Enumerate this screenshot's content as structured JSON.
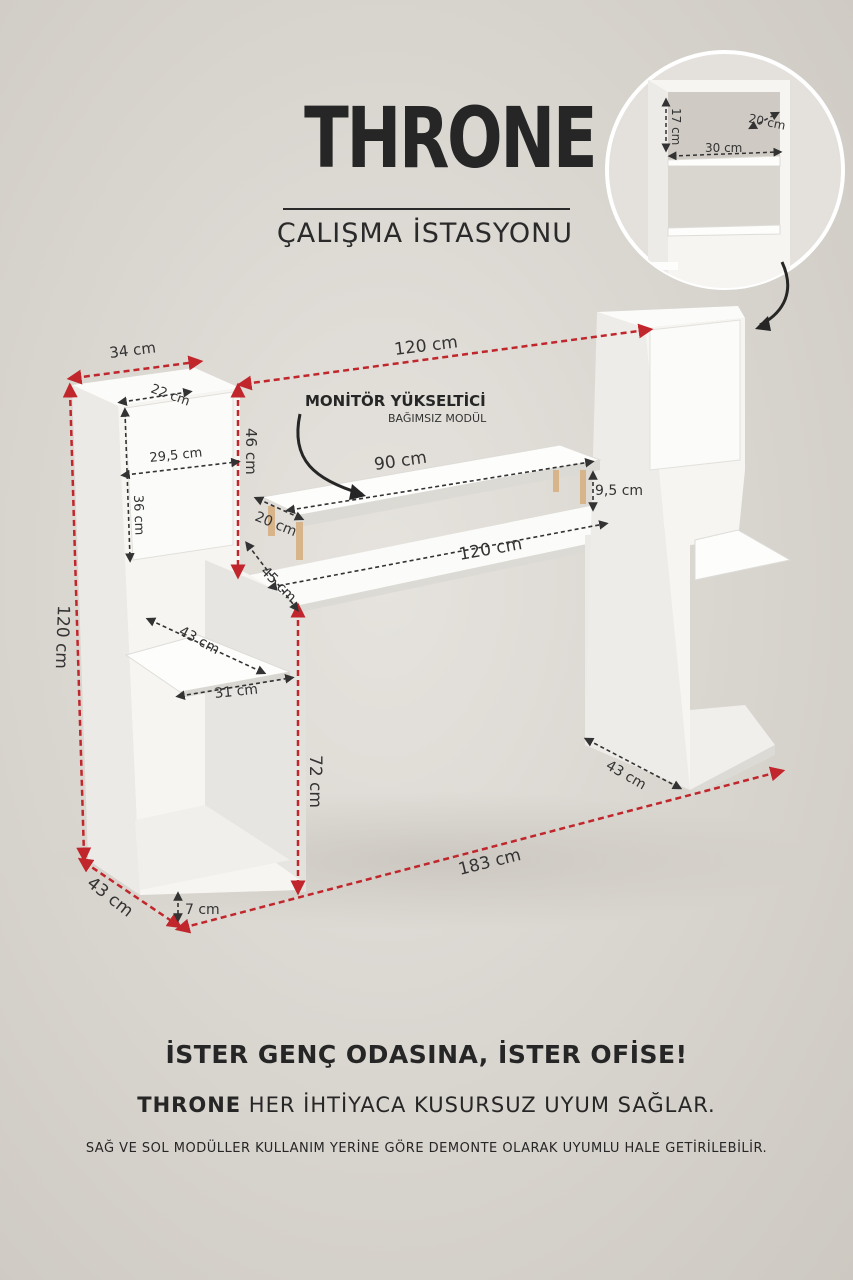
{
  "header": {
    "brand": "THRONE",
    "subtitle": "ÇALIŞMA İSTASYONU"
  },
  "callout": {
    "title": "MONİTÖR YÜKSELTİCİ",
    "subtitle": "BAĞIMSIZ MODÜL"
  },
  "dimensions": {
    "left_top_width": "34 cm",
    "left_inner_depth": "22 cm",
    "top_span": "120 cm",
    "left_cab_height": "46 cm",
    "left_cab_inner_width": "29,5 cm",
    "left_cab_inner_height": "36 cm",
    "total_height": "120 cm",
    "riser_width": "90 cm",
    "riser_height": "9,5 cm",
    "riser_depth": "20 cm",
    "desk_width": "120 cm",
    "desk_depth": "45 cm",
    "left_shelf_depth": "43 cm",
    "left_shelf_width": "31 cm",
    "desk_height": "72 cm",
    "right_base_depth": "43 cm",
    "base_depth": "43 cm",
    "plinth": "7 cm",
    "total_width": "183 cm",
    "inset_shelf_height": "17 cm",
    "inset_shelf_depth": "20 cm",
    "inset_shelf_width": "30 cm"
  },
  "footer": {
    "line1": "İSTER GENÇ ODASINA, İSTER OFİSE!",
    "line2_bold": "THRONE",
    "line2_rest": " HER İHTİYACA KUSURSUZ UYUM SAĞLAR.",
    "line3": "SAĞ VE SOL MODÜLLER KULLANIM YERİNE GÖRE DEMONTE OLARAK UYUMLU HALE GETİRİLEBİLİR."
  },
  "colors": {
    "dimension_line": "#c0262b",
    "furniture": "#f4f3f0",
    "furniture_shadow": "#dcdad5",
    "wood_leg": "#d7b48a",
    "text": "#262626"
  }
}
